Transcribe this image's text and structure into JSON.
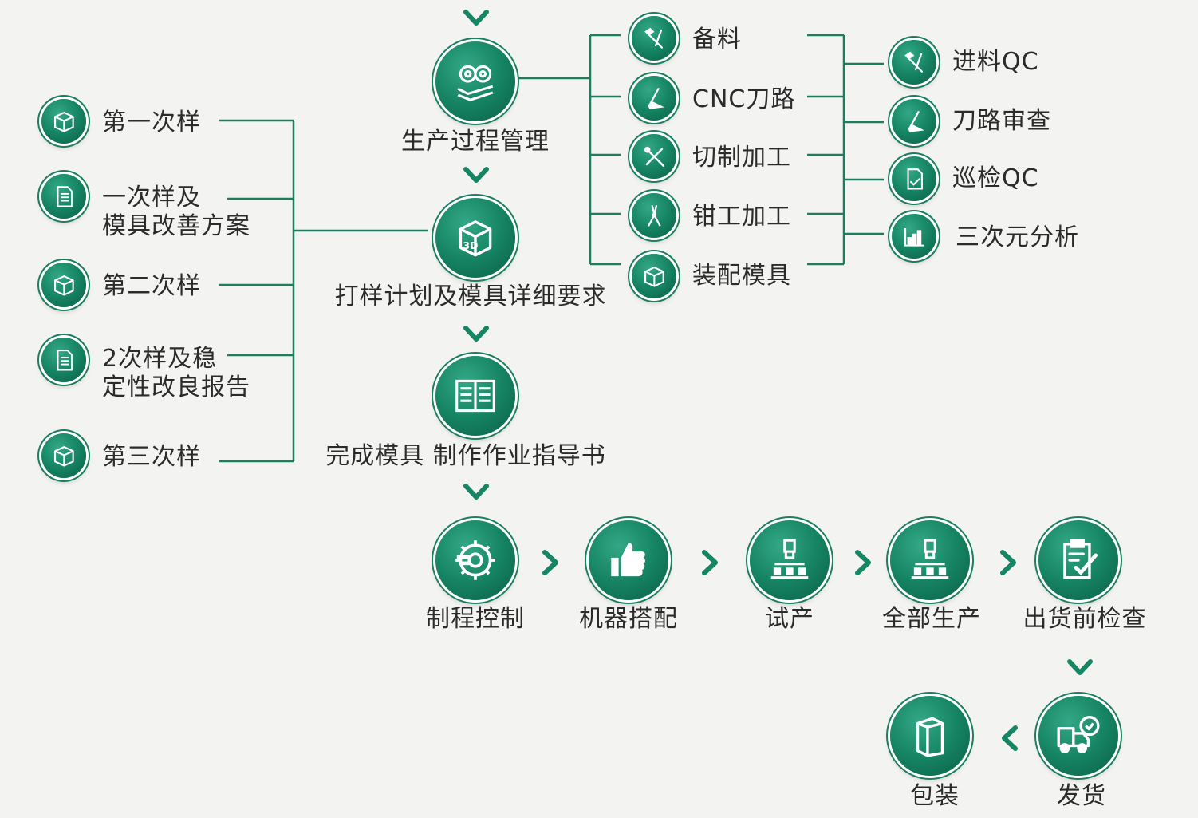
{
  "colors": {
    "accent": "#168563",
    "accent_dark": "#0a5f45",
    "line": "#1a7e5f",
    "text": "#2b2b2b"
  },
  "main": [
    {
      "label": "生产过程管理",
      "icon": "gears-hand-icon"
    },
    {
      "label": "打样计划及模具详细要求",
      "icon": "cube-3d-icon"
    },
    {
      "label": "完成模具 制作作业指导书",
      "icon": "open-book-icon"
    }
  ],
  "samples": [
    {
      "lines": [
        "第一次样"
      ],
      "icon": "box-icon"
    },
    {
      "lines": [
        "一次样及",
        "模具改善方案"
      ],
      "icon": "document-icon"
    },
    {
      "lines": [
        "第二次样"
      ],
      "icon": "box-icon"
    },
    {
      "lines": [
        "2次样及稳",
        "定性改良报告"
      ],
      "icon": "document-icon"
    },
    {
      "lines": [
        "第三次样"
      ],
      "icon": "box-icon"
    }
  ],
  "processes": [
    {
      "label": "备料",
      "icon": "hammer-icon"
    },
    {
      "label": "CNC刀路",
      "icon": "pen-tool-icon"
    },
    {
      "label": "切制加工",
      "icon": "cross-tools-icon"
    },
    {
      "label": "钳工加工",
      "icon": "pliers-icon"
    },
    {
      "label": "装配模具",
      "icon": "box-icon"
    }
  ],
  "qc": [
    {
      "label": "进料QC",
      "icon": "hammer-icon"
    },
    {
      "label": "刀路审查",
      "icon": "pen-tool-icon"
    },
    {
      "label": "巡检QC",
      "icon": "checklist-icon"
    },
    {
      "label": "三次元分析",
      "icon": "chart-icon"
    }
  ],
  "flow": [
    {
      "label": "制程控制",
      "icon": "gear-arrow-icon"
    },
    {
      "label": "机器搭配",
      "icon": "thumbs-up-icon"
    },
    {
      "label": "试产",
      "icon": "production-line-icon"
    },
    {
      "label": "全部生产",
      "icon": "production-line-icon"
    },
    {
      "label": "出货前检查",
      "icon": "clipboard-check-icon"
    }
  ],
  "final": [
    {
      "label": "发货",
      "icon": "truck-check-icon"
    },
    {
      "label": "包装",
      "icon": "package-icon"
    }
  ]
}
